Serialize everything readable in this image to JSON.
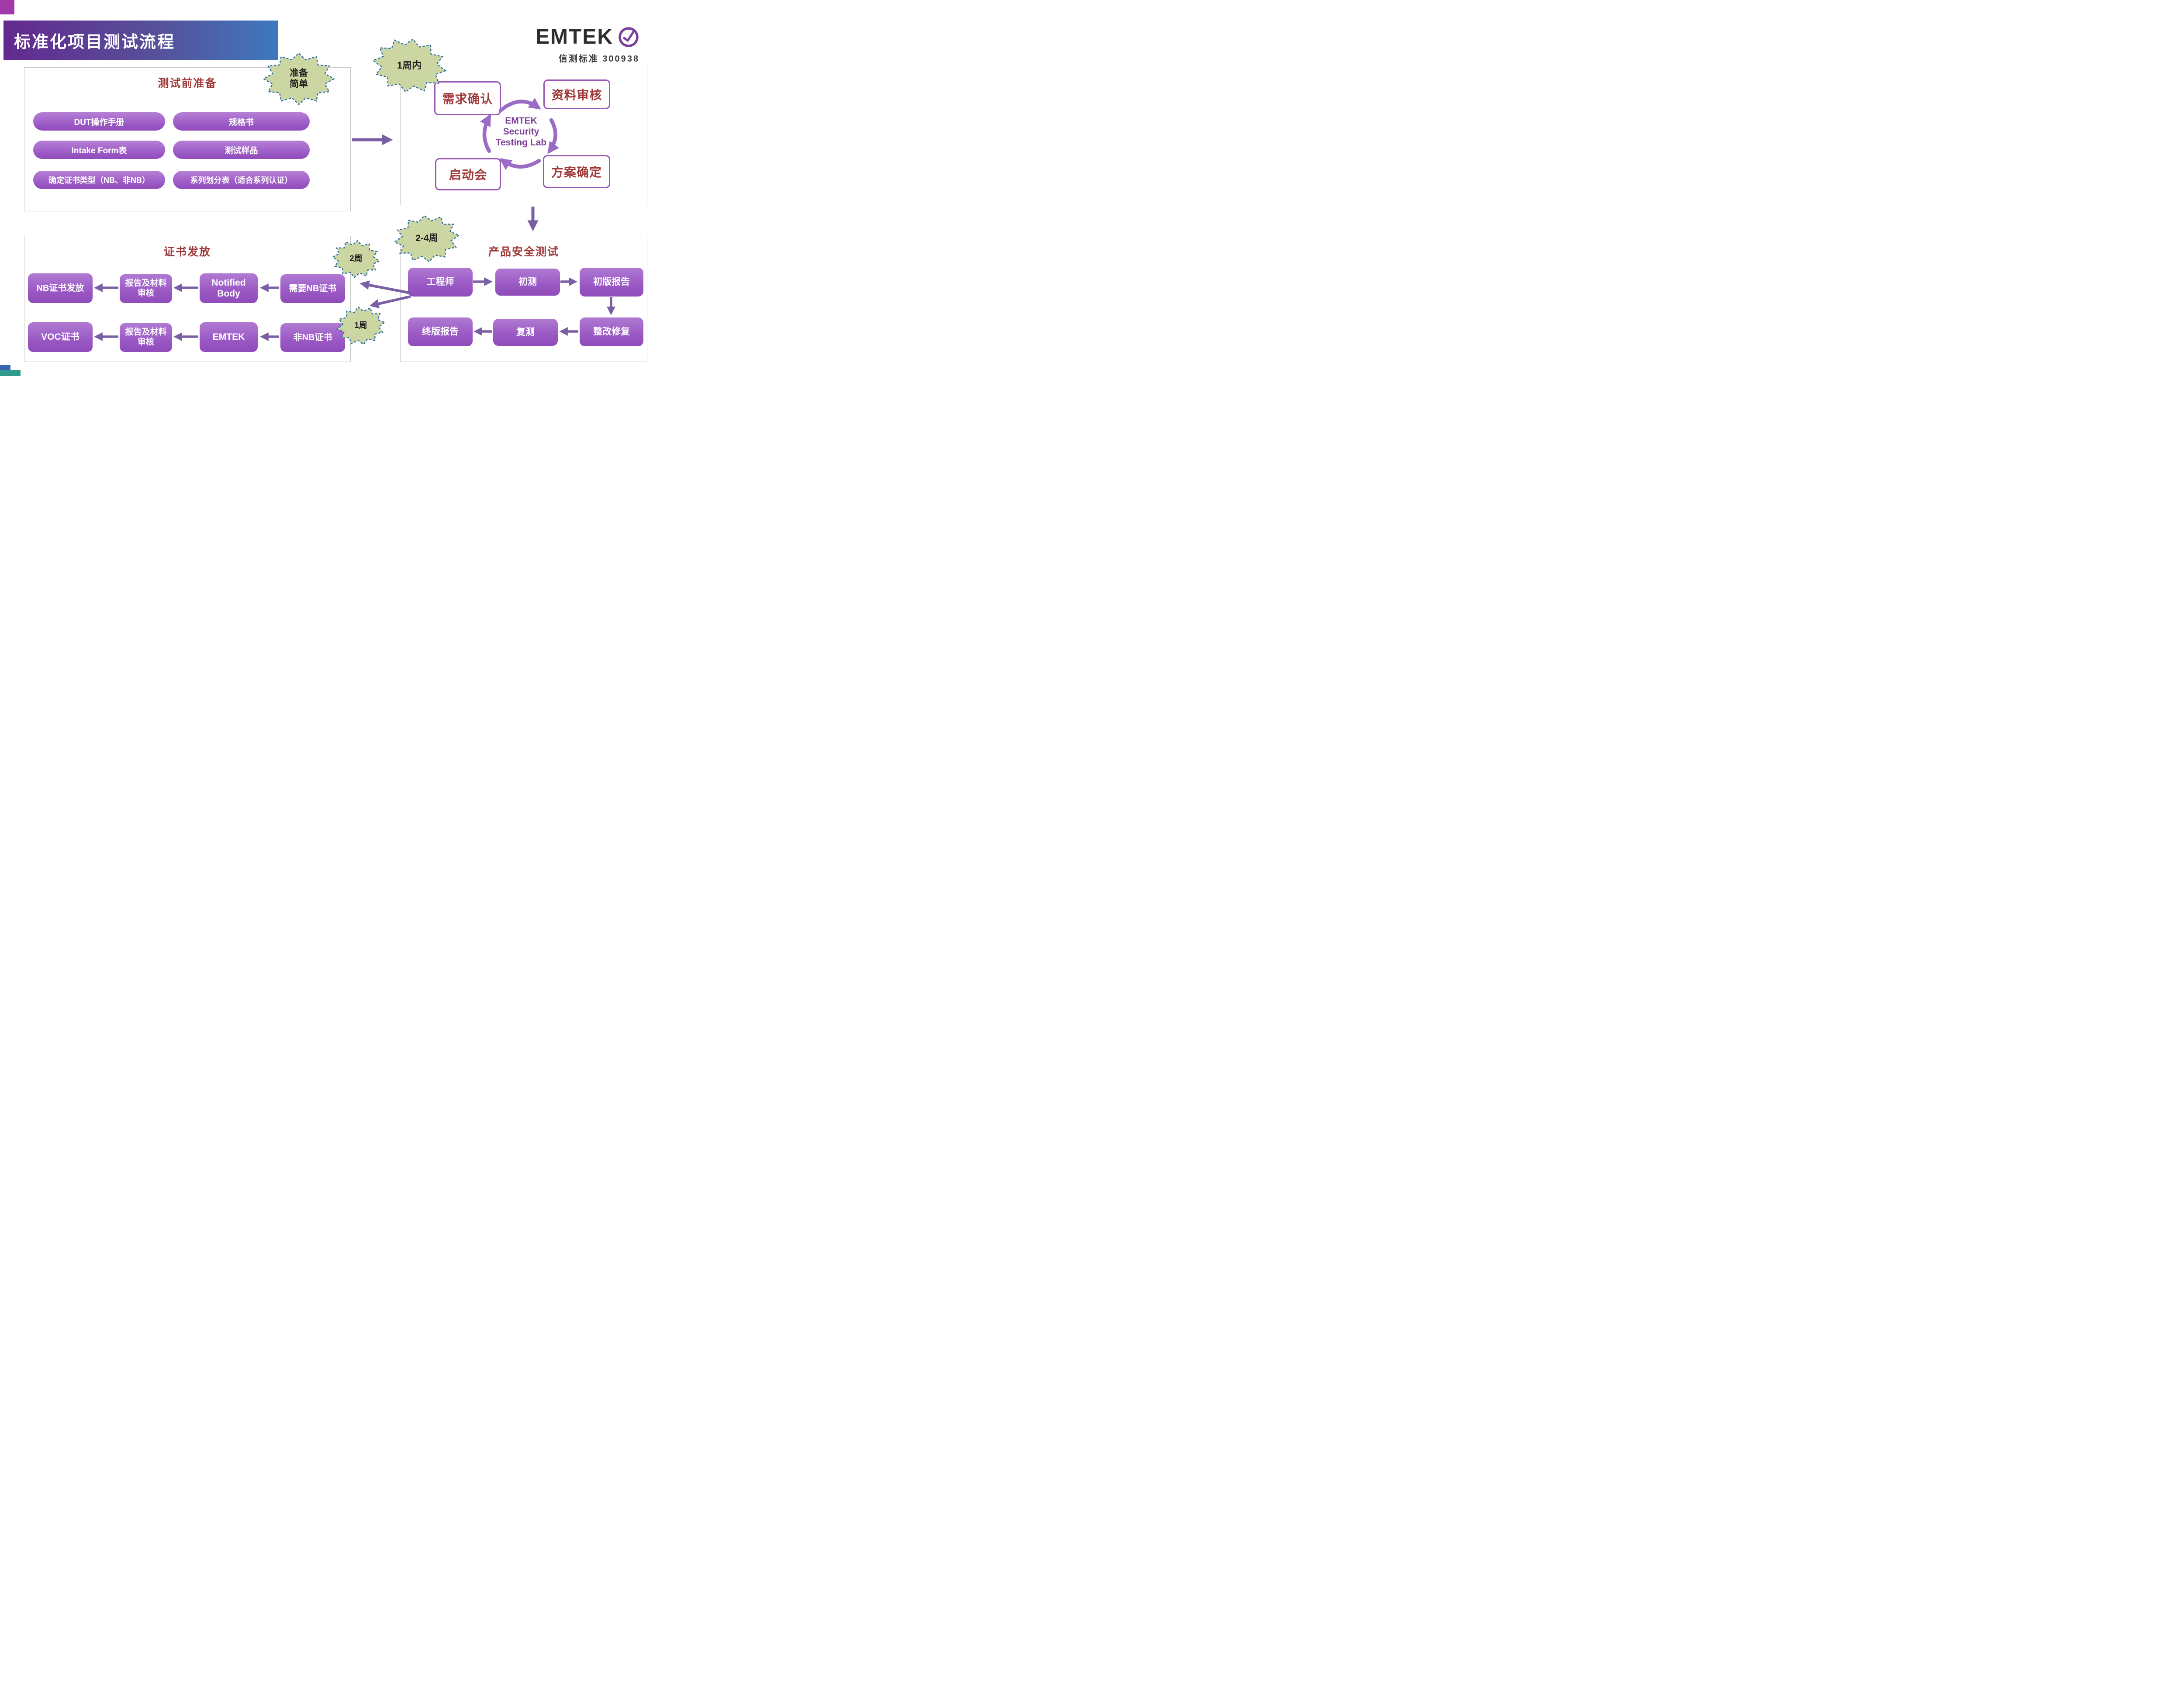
{
  "slide": {
    "title": "标准化项目测试流程",
    "logo": {
      "brand": "EMTEK",
      "tagline": "信测标准 300938"
    }
  },
  "badges": {
    "prep": "准备\n简单",
    "within_1_week": "1周内",
    "weeks_2_4": "2-4周",
    "weeks_2": "2周",
    "week_1": "1周"
  },
  "pretest": {
    "title": "测试前准备",
    "pills": [
      "DUT操作手册",
      "规格书",
      "Intake Form表",
      "测试样品",
      "确定证书类型（NB、非NB）",
      "系列划分表（适合系列认证）"
    ]
  },
  "kickoff": {
    "nodes": [
      "需求确认",
      "资料审核",
      "启动会",
      "方案确定"
    ],
    "center": "EMTEK\nSecurity\nTesting Lab"
  },
  "testing": {
    "title": "产品安全测试",
    "nodes": [
      "工程师",
      "初测",
      "初版报告",
      "终版报告",
      "复测",
      "整改修复"
    ]
  },
  "certificates": {
    "title": "证书发放",
    "nodes": [
      "NB证书发放",
      "报告及材料\n审核",
      "Notified\nBody",
      "需要NB证书",
      "VOC证书",
      "报告及材料\n审核",
      "EMTEK",
      "非NB证书"
    ]
  }
}
